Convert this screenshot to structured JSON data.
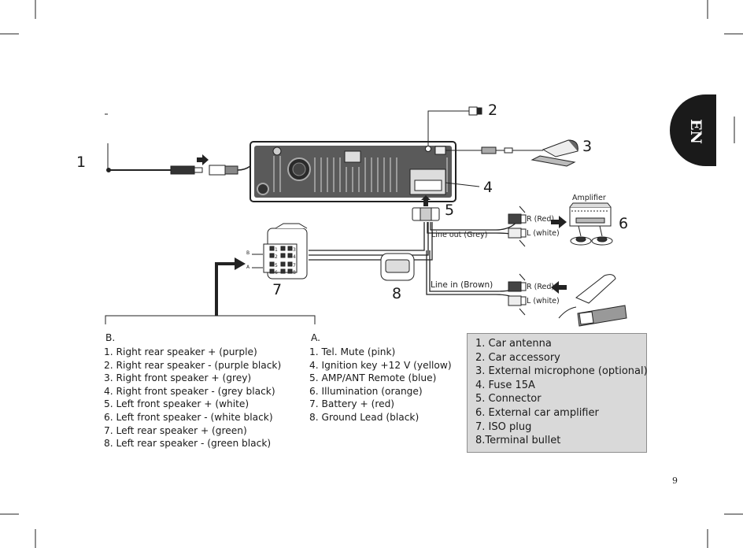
{
  "callouts": [
    "1",
    "2",
    "3",
    "4",
    "5",
    "6",
    "7",
    "8"
  ],
  "small_labels": {
    "amplifier": "Amplifier",
    "line_out": "Line out (Grey)",
    "line_in": "Line in (Brown)",
    "r_red": "R (Red)",
    "l_white": "L (white)",
    "iso_b": "B",
    "iso_a": "A"
  },
  "block_b": {
    "heading": "B.",
    "items": [
      "1. Right rear speaker + (purple)",
      "2. Right rear speaker - (purple black)",
      "3. Right front speaker + (grey)",
      "4. Right front speaker - (grey black)",
      "5. Left front speaker + (white)",
      "6. Left front speaker - (white black)",
      "7. Left rear speaker + (green)",
      "8. Left rear speaker - (green black)"
    ]
  },
  "block_a": {
    "heading": "A.",
    "items": [
      "1. Tel. Mute (pink)",
      "4. Ignition key +12 V (yellow)",
      "5. AMP/ANT Remote (blue)",
      "6. Illumination (orange)",
      "7. Battery + (red)",
      "8. Ground Lead (black)"
    ]
  },
  "legend": [
    "1. Car antenna",
    "2. Car accessory",
    "3. External microphone (optional)",
    "4. Fuse 15A",
    "5. Connector",
    "6. External car amplifier",
    "7. ISO plug",
    "8.Terminal bullet"
  ],
  "iso_pin_numbers": [
    "1",
    "2",
    "3",
    "4",
    "5",
    "6",
    "7",
    "8"
  ],
  "language_tab": "EN",
  "page_number": "9",
  "colors": {
    "ink": "#1a1a1a",
    "legend_fill": "#d9d9d9",
    "tab_fill": "#1a1a1a",
    "unit_fill": "#3a3a3a"
  }
}
